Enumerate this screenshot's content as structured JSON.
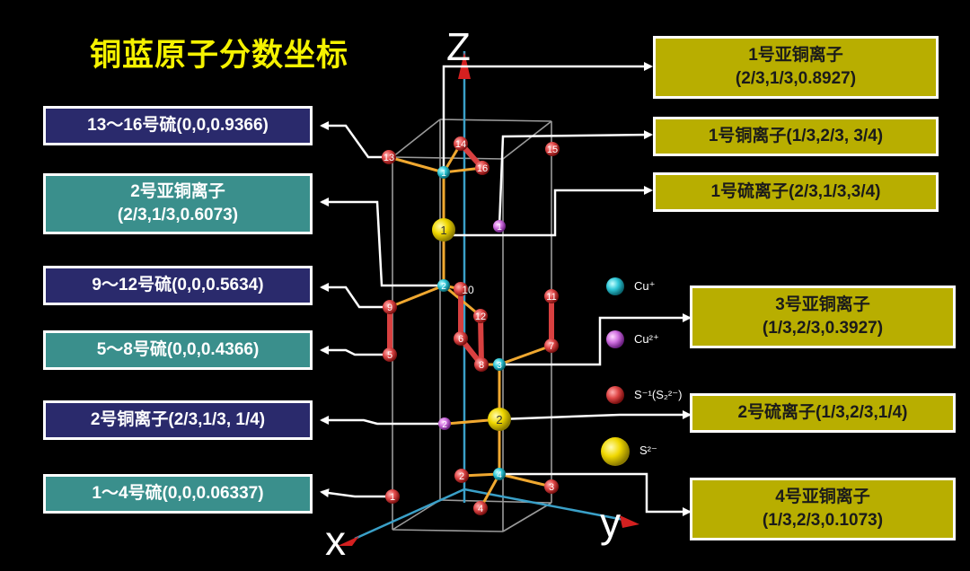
{
  "title": "铜蓝原子分数坐标",
  "axes": {
    "z": "Z",
    "x": "x",
    "y": "y"
  },
  "left_boxes": [
    {
      "text": "13～16号硫(0,0,0.9366)"
    },
    {
      "line1": "2号亚铜离子",
      "line2": "(2/3,1/3,0.6073)"
    },
    {
      "text": "9～12号硫(0,0,0.5634)"
    },
    {
      "text": "5～8号硫(0,0,0.4366)"
    },
    {
      "text": "2号铜离子(2/3,1/3, 1/4)"
    },
    {
      "text": "1～4号硫(0,0,0.06337)"
    }
  ],
  "right_boxes": [
    {
      "line1": "1号亚铜离子",
      "line2": "(2/3,1/3,0.8927)"
    },
    {
      "text": "1号铜离子(1/3,2/3, 3/4)"
    },
    {
      "text": "1号硫离子(2/3,1/3,3/4)"
    },
    {
      "line1": "3号亚铜离子",
      "line2": "(1/3,2/3,0.3927)"
    },
    {
      "text": "2号硫离子(1/3,2/3,1/4)"
    },
    {
      "line1": "4号亚铜离子",
      "line2": "(1/3,2/3,0.1073)"
    }
  ],
  "legend": [
    {
      "label": "Cu⁺",
      "color": "#34d3e0"
    },
    {
      "label": "Cu²⁺",
      "color": "#e07ee8"
    },
    {
      "label": "S⁻¹(S₂²⁻)",
      "color": "#e04848"
    },
    {
      "label": "S²⁻",
      "color": "#f4e400"
    }
  ],
  "atom_labels": {
    "s_minus": [
      "1",
      "2",
      "3",
      "4",
      "5",
      "6",
      "7",
      "8",
      "9",
      "10",
      "11",
      "12",
      "13",
      "14",
      "15",
      "16"
    ],
    "s2": [
      "1",
      "2"
    ],
    "cu_plus": [
      "1",
      "2",
      "3",
      "4"
    ],
    "cu2": [
      "1",
      "2"
    ]
  },
  "colors": {
    "navy_box": "#2a2a6c",
    "teal_box": "#3a8f8c",
    "olive_box": "#b8ae00",
    "title": "#f5f200",
    "bond": "#f0a830",
    "cell_edge": "#9a9a9a"
  }
}
